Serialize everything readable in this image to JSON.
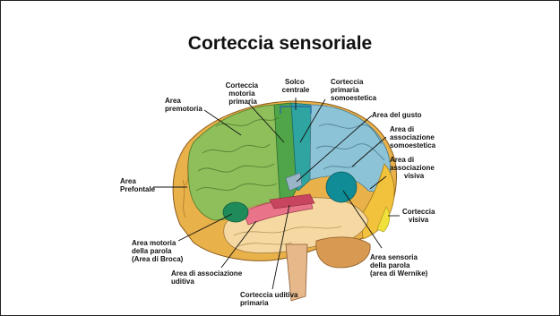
{
  "slide": {
    "title": "Corteccia sensoriale"
  },
  "labels": {
    "corteccia_motoria": [
      "Corteccia",
      "motoria",
      "primaria"
    ],
    "solco_centrale": [
      "Solco",
      "centrale"
    ],
    "corteccia_somoestetica": [
      "Corteccia",
      "primaria",
      "somoestetica"
    ],
    "area_premotoria": [
      "Area",
      "premotoria"
    ],
    "area_gusto": [
      "Area del gusto"
    ],
    "area_assoc_somoestetica": [
      "Area di",
      "associazione",
      "somoestetica"
    ],
    "area_assoc_visiva": [
      "Area di",
      "associazione",
      "visiva"
    ],
    "area_prefrontale": [
      "Area",
      "Prefontale"
    ],
    "corteccia_visiva": [
      "Corteccia",
      "visiva"
    ],
    "area_broca": [
      "Area motoria",
      "della parola",
      "(Area di Broca)"
    ],
    "area_wernike": [
      "Area sensoria",
      "della parola",
      "(area di Wernike)"
    ],
    "area_assoc_uditiva": [
      "Area di associazione",
      "uditiva"
    ],
    "corteccia_uditiva": [
      "Corteccia uditiva",
      "primaria"
    ]
  }
}
